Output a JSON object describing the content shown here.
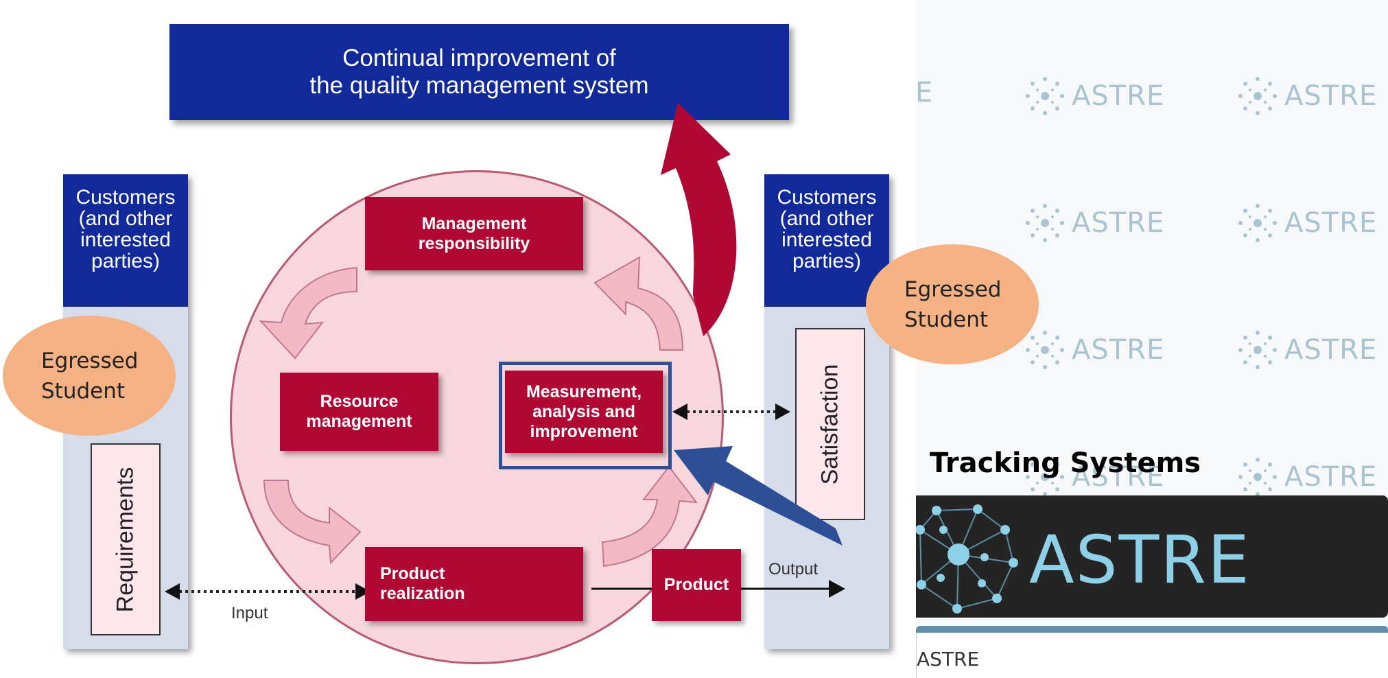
{
  "watermark": {
    "text": "ASTRE"
  },
  "diagram": {
    "top_banner": "Continual improvement of\nthe quality management system",
    "left_customers": "Customers\n(and other\ninterested\nparties)",
    "right_customers": "Customers\n(and other\ninterested\nparties)",
    "requirements": "Requirements",
    "satisfaction": "Satisfaction",
    "management_responsibility": "Management\nresponsibility",
    "resource_management": "Resource\nmanagement",
    "measurement": "Measurement,\nanalysis and\nimprovement",
    "product_realization": "Product\nrealization",
    "product": "Product",
    "input_label": "Input",
    "output_label": "Output"
  },
  "ovals": {
    "left": "Egressed\nStudent",
    "right": "Egressed\nStudent"
  },
  "tracking": {
    "title": "Tracking Systems",
    "banner_text": "ASTRE",
    "field_text": "ASTRE"
  },
  "colors": {
    "navy": "#12299a",
    "crimson": "#b00833",
    "circle_fill": "#f7d6dd",
    "oval": "#f4b183",
    "highlight": "#2d4f96",
    "astre_cyan": "#8ed0e8"
  }
}
